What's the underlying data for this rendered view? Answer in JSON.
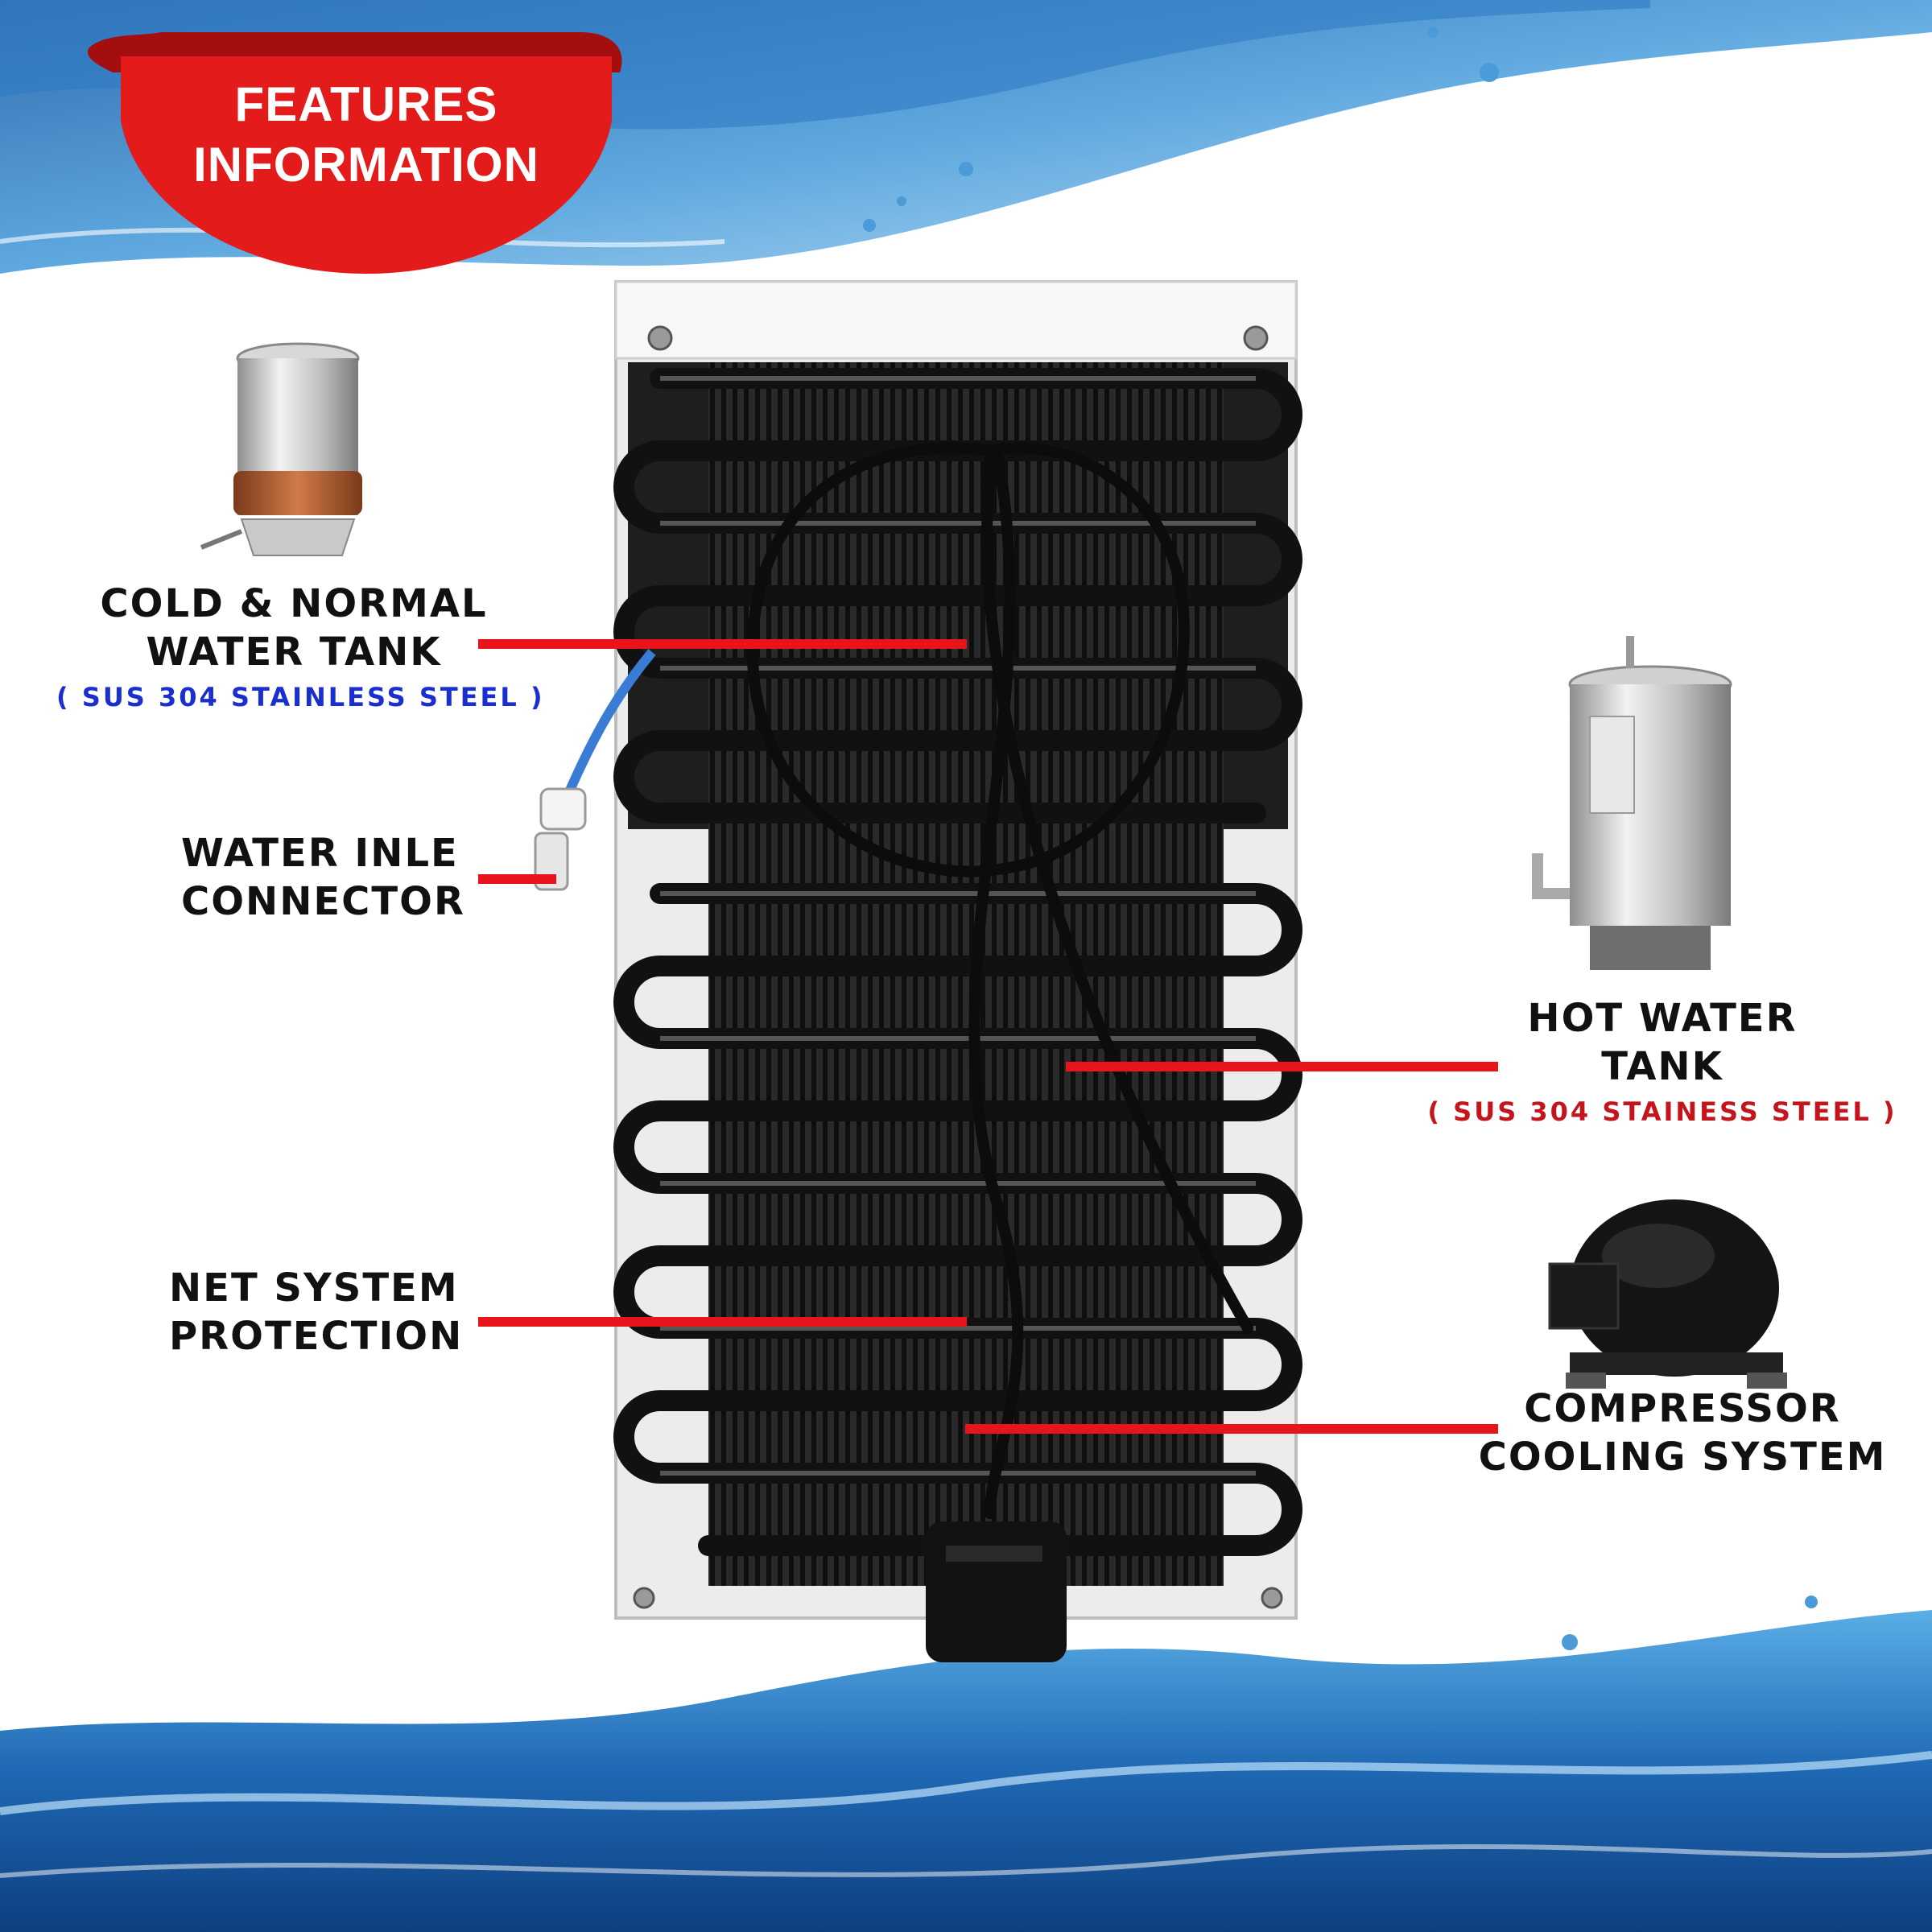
{
  "banner": {
    "line1": "FEATURES",
    "line2": "INFORMATION"
  },
  "features": {
    "cold_tank": {
      "line1": "COLD & NORMAL",
      "line2": "WATER TANK",
      "material": "( SUS 304 STAINLESS STEEL )"
    },
    "water_inlet": {
      "line1": "WATER INLE",
      "line2": "CONNECTOR"
    },
    "net_system": {
      "line1": "NET SYSTEM",
      "line2": "PROTECTION"
    },
    "hot_tank": {
      "line1": "HOT WATER",
      "line2": "TANK",
      "material": "( SUS 304 STAINESS STEEL )"
    },
    "compressor": {
      "line1": "COMPRESSOR",
      "line2": "COOLING SYSTEM"
    }
  },
  "colors": {
    "banner_red": "#e31b1b",
    "leader_red": "#e8141c",
    "water_blue": "#2f7fc4",
    "cold_material_text": "#1a2fd0",
    "hot_material_text": "#c4141c"
  },
  "icons": [
    "water-splash-icon",
    "cold-tank-icon",
    "hot-tank-icon",
    "compressor-icon",
    "condenser-coil-icon"
  ]
}
